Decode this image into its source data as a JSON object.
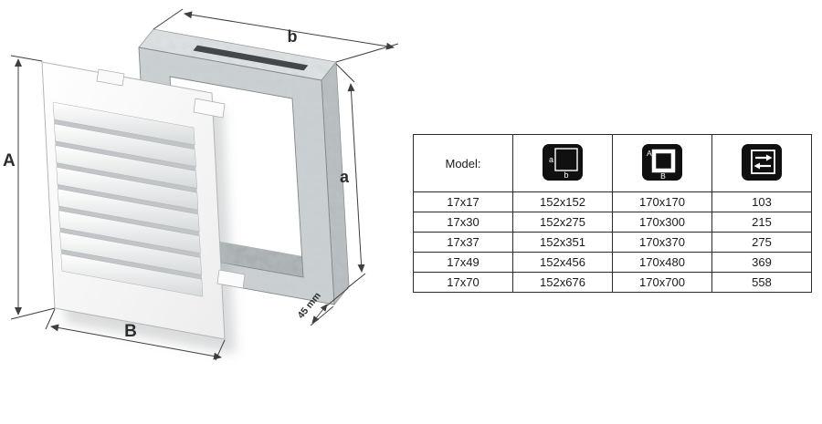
{
  "diagram": {
    "labels": {
      "height": "A",
      "width": "B",
      "sleeve_height": "a",
      "sleeve_width": "b",
      "depth": "45 mm"
    }
  },
  "table": {
    "model_header": "Model:",
    "icon_ab": {
      "a": "a",
      "b": "b"
    },
    "icon_AB": {
      "A": "A",
      "B": "B"
    },
    "rows": [
      {
        "model": "17x17",
        "sleeve_dim": "152x152",
        "grille_dim": "170x170",
        "area": "103"
      },
      {
        "model": "17x30",
        "sleeve_dim": "152x275",
        "grille_dim": "170x300",
        "area": "215"
      },
      {
        "model": "17x37",
        "sleeve_dim": "152x351",
        "grille_dim": "170x370",
        "area": "275"
      },
      {
        "model": "17x49",
        "sleeve_dim": "152x456",
        "grille_dim": "170x480",
        "area": "369"
      },
      {
        "model": "17x70",
        "sleeve_dim": "152x676",
        "grille_dim": "170x700",
        "area": "558"
      }
    ]
  }
}
